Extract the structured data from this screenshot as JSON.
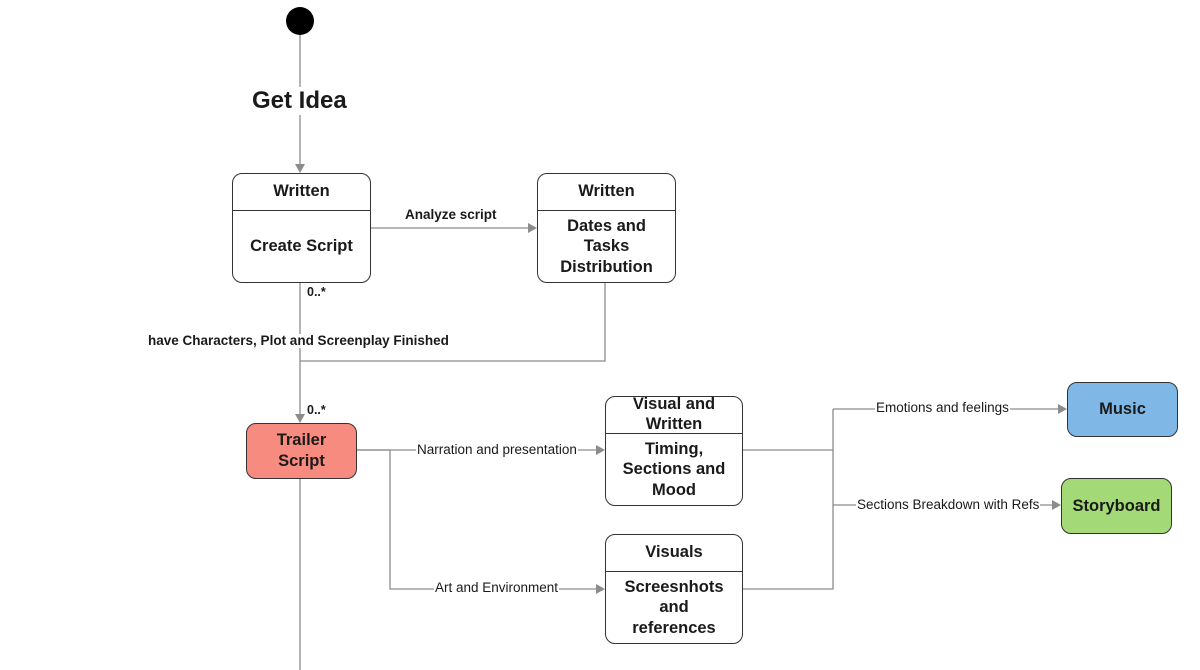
{
  "diagram": {
    "title": "Get Idea",
    "states": {
      "create_script": {
        "header": "Written",
        "body": "Create Script"
      },
      "dates_tasks": {
        "header": "Written",
        "body": "Dates and Tasks Distribution"
      },
      "trailer_script": {
        "body": "Trailer Script",
        "color": "#f88b80"
      },
      "timing": {
        "header": "Visual and Written",
        "body": "Timing, Sections and Mood"
      },
      "screenshots": {
        "header": "Visuals",
        "body": "Screesnhots and references"
      },
      "music": {
        "body": "Music",
        "color": "#7fb8e6"
      },
      "storyboard": {
        "body": "Storyboard",
        "color": "#a3d977"
      }
    },
    "transitions": {
      "analyze": "Analyze script",
      "finished": "have Characters, Plot and Screenplay Finished",
      "narration": "Narration and presentation",
      "art": "Art and Environment",
      "emotions": "Emotions and feelings",
      "sections": "Sections Breakdown with Refs"
    },
    "multiplicity": {
      "from_create": "0..*",
      "to_trailer": "0..*"
    },
    "colors": {
      "edge": "#8c8c8c",
      "border": "#333333"
    }
  }
}
